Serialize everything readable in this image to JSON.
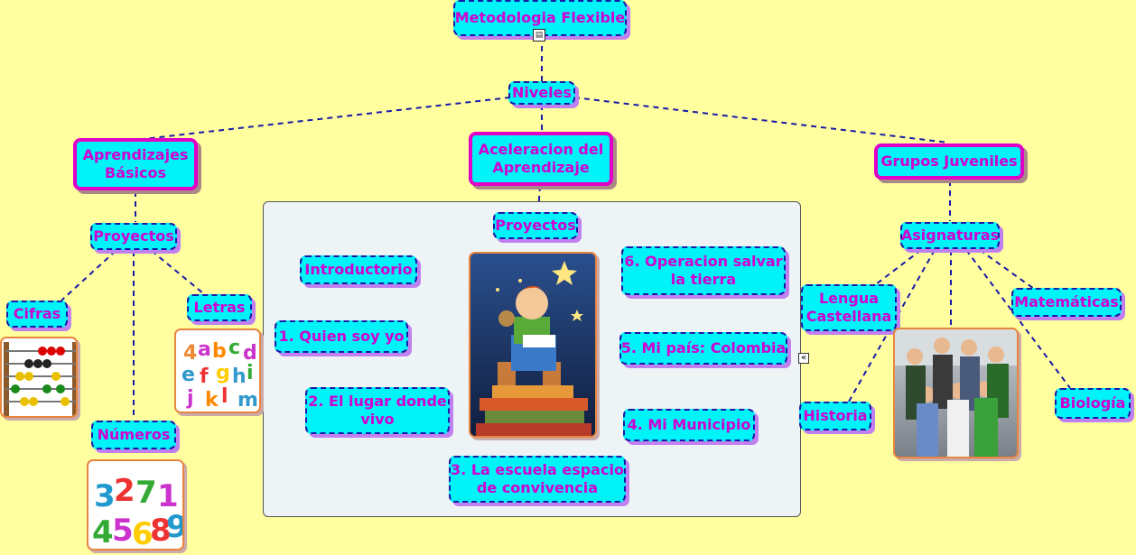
{
  "nodes": {
    "root": "Metodologia Flexible",
    "niveles": "Niveles",
    "aprendizajes": "Aprendizajes\nBásicos",
    "aceleracion": "Aceleracion del\nAprendizaje",
    "grupos": "Grupos Juveniles",
    "proyectos_left": "Proyectos",
    "cifras": "Cifras",
    "letras": "Letras",
    "numeros": "Números",
    "proyectos_center": "Proyectos",
    "introductorio": "Introductorio",
    "quien": "1. Quien soy yo",
    "lugar": "2. El lugar donde\nvivo",
    "escuela": "3. La escuela espacio\nde convivencia",
    "municipio": "4. Mi Municipio",
    "pais": "5. Mi país: Colombia",
    "operacion": "6. Operacion salvar\nla tierra",
    "asignaturas": "Asignaturas",
    "lengua": "Lengua\nCastellana",
    "matematicas": "Matemáticas",
    "historia": "Historia",
    "biologia": "Biología"
  },
  "icons": {
    "note": "note-icon",
    "collapse": "collapse-icon"
  },
  "colors": {
    "background": "#ffff9f",
    "node_fill": "#00f3f7",
    "node_text": "#d000d0",
    "node_border": "#1a1aa8",
    "main_border": "#e000c8",
    "link": "#1a1aa8"
  }
}
